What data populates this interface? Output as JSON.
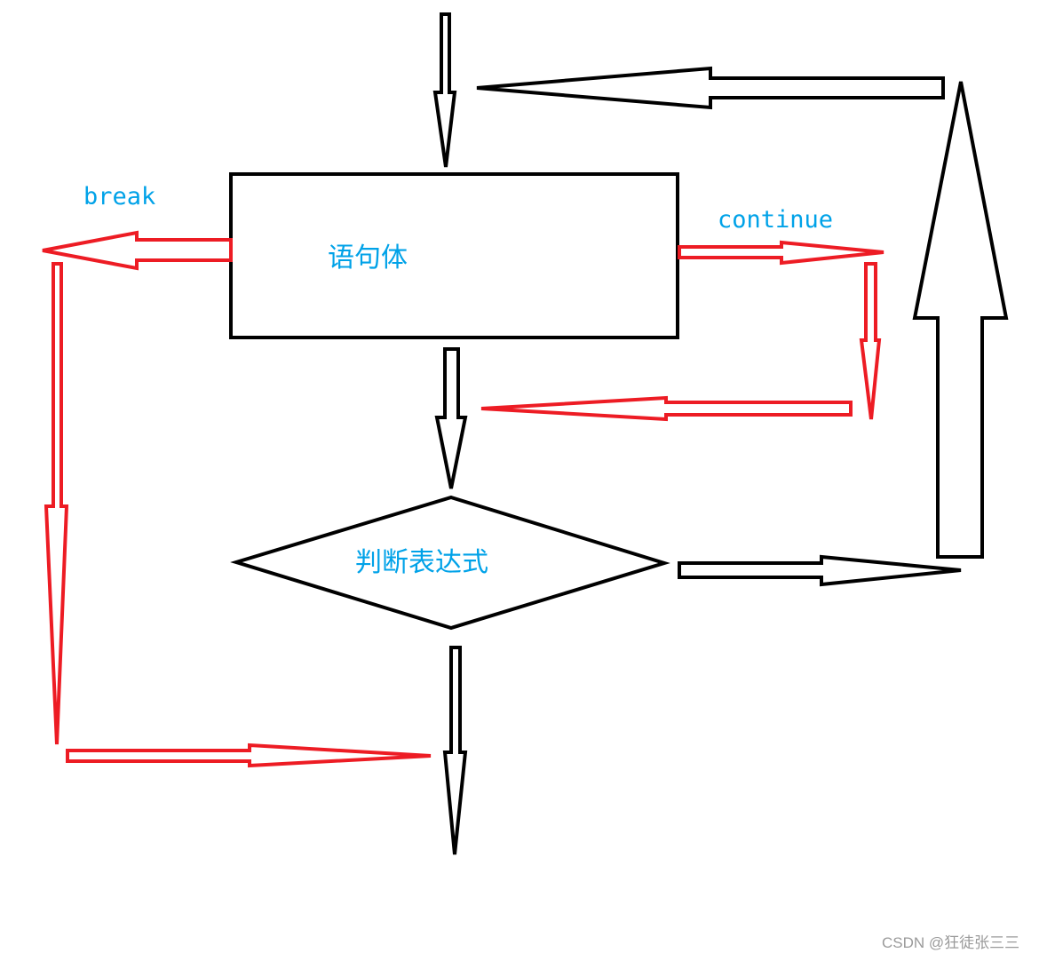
{
  "diagram": {
    "statement_block_label": "语句体",
    "condition_label": "判断表达式",
    "break_label": "break",
    "continue_label": "continue"
  },
  "watermark": {
    "text": "CSDN @狂徒张三三"
  },
  "colors": {
    "normal_flow": "#000000",
    "jump_flow": "#ed1c24",
    "label_text": "#00a2e8",
    "watermark": "#9a9a9a"
  }
}
